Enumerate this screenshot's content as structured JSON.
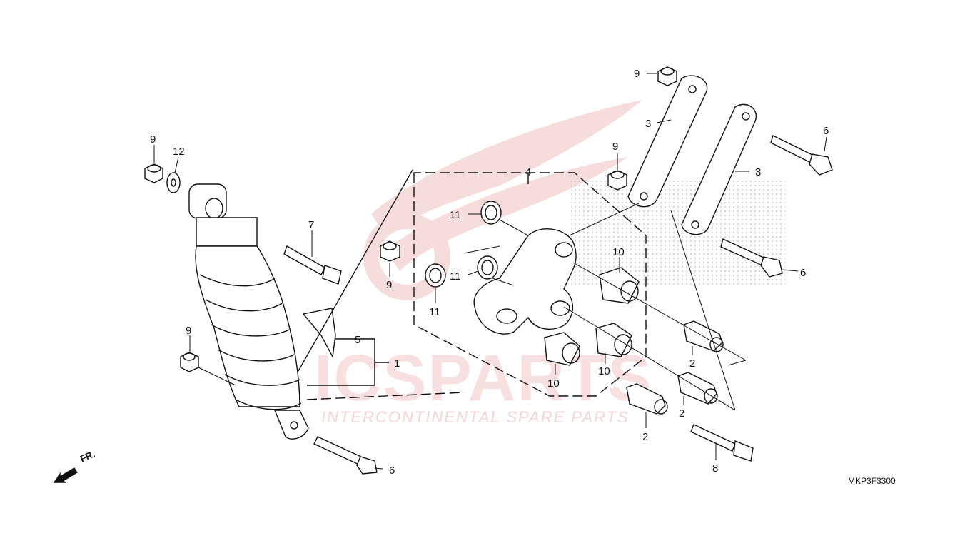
{
  "watermark": {
    "brand": "ICSPARTS",
    "tagline": "INTERCONTINENTAL SPARE PARTS"
  },
  "diagram_code": "MKP3F3300",
  "front_label": "FR.",
  "callouts": [
    "9",
    "12",
    "7",
    "9",
    "9",
    "5",
    "1",
    "6",
    "11",
    "11",
    "11",
    "4",
    "9",
    "9",
    "3",
    "3",
    "6",
    "6",
    "10",
    "10",
    "10",
    "2",
    "2",
    "2",
    "8"
  ]
}
